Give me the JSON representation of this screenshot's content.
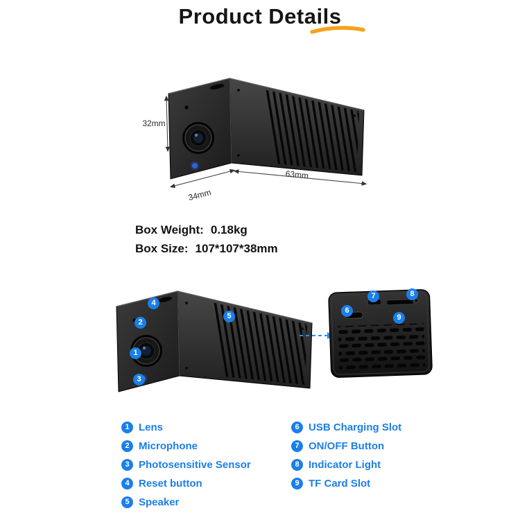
{
  "header": {
    "title": "Product Details"
  },
  "dimensions": {
    "height": "32mm",
    "width": "34mm",
    "length": "63mm"
  },
  "box_info": {
    "weight_label": "Box Weight:",
    "weight_value": "0.18kg",
    "size_label": "Box Size:",
    "size_value": "107*107*38mm"
  },
  "callouts": {
    "camera": [
      "4",
      "2",
      "5",
      "1",
      "3"
    ],
    "back": [
      "6",
      "7",
      "8",
      "9"
    ]
  },
  "legend": {
    "left": [
      {
        "number": "1",
        "label": "Lens"
      },
      {
        "number": "2",
        "label": "Microphone"
      },
      {
        "number": "3",
        "label": "Photosensitive Sensor"
      },
      {
        "number": "4",
        "label": "Reset button"
      },
      {
        "number": "5",
        "label": "Speaker"
      }
    ],
    "right": [
      {
        "number": "6",
        "label": "USB Charging Slot"
      },
      {
        "number": "7",
        "label": "ON/OFF Button"
      },
      {
        "number": "8",
        "label": "Indicator Light"
      },
      {
        "number": "9",
        "label": "TF Card Slot"
      }
    ]
  },
  "colors": {
    "accent_blue": "#1b7fe8",
    "accent_orange": "#f6a21e",
    "camera_body": "#1f1f1f"
  }
}
